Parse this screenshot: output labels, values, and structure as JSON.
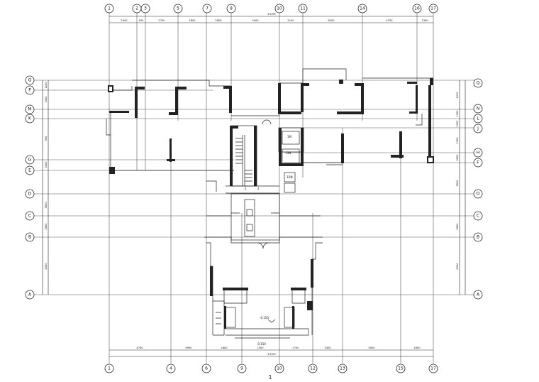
{
  "columns": [
    {
      "top": "1",
      "bottom": "1"
    },
    {
      "top": "2",
      "bottom": ""
    },
    {
      "top": "3",
      "bottom": ""
    },
    {
      "top": "",
      "bottom": "4"
    },
    {
      "top": "5",
      "bottom": ""
    },
    {
      "top": "7",
      "bottom": "6"
    },
    {
      "top": "8",
      "bottom": ""
    },
    {
      "top": "",
      "bottom": "9"
    },
    {
      "top": "10",
      "bottom": "10"
    },
    {
      "top": "11",
      "bottom": ""
    },
    {
      "top": "",
      "bottom": "12"
    },
    {
      "top": "14",
      "bottom": "13"
    },
    {
      "top": "",
      "bottom": "15"
    },
    {
      "top": "16",
      "bottom": ""
    },
    {
      "top": "17",
      "bottom": "17"
    }
  ],
  "rows_left": [
    "Q",
    "P",
    "M",
    "K",
    "G",
    "E",
    "D",
    "C",
    "B",
    "A"
  ],
  "rows_right": [
    "Q",
    "N",
    "L",
    "J",
    "H",
    "F",
    "D",
    "C",
    "B",
    "A"
  ],
  "top_dims": [
    "2900",
    "900",
    "2700",
    "2600",
    "2800",
    "3400",
    "2100",
    "6200",
    "4700",
    "1300"
  ],
  "top_total": "24700",
  "bottom_dims": [
    "4700",
    "4900",
    "2800",
    "2300",
    "2700",
    "3300",
    "4500",
    "2600"
  ],
  "bottom_total": "24700",
  "left_dims": [
    "1200",
    "3300",
    "900",
    "3500",
    "3600",
    "3600",
    "4300"
  ],
  "right_dims": [
    "1200",
    "1300",
    "2000",
    "1300",
    "3500",
    "3600",
    "3600",
    "4300"
  ],
  "room_labels": [
    "1M",
    "DN",
    "1DN",
    "2",
    "2"
  ],
  "level_marks": [
    "-0.150",
    "-0.150"
  ],
  "caption": "1"
}
